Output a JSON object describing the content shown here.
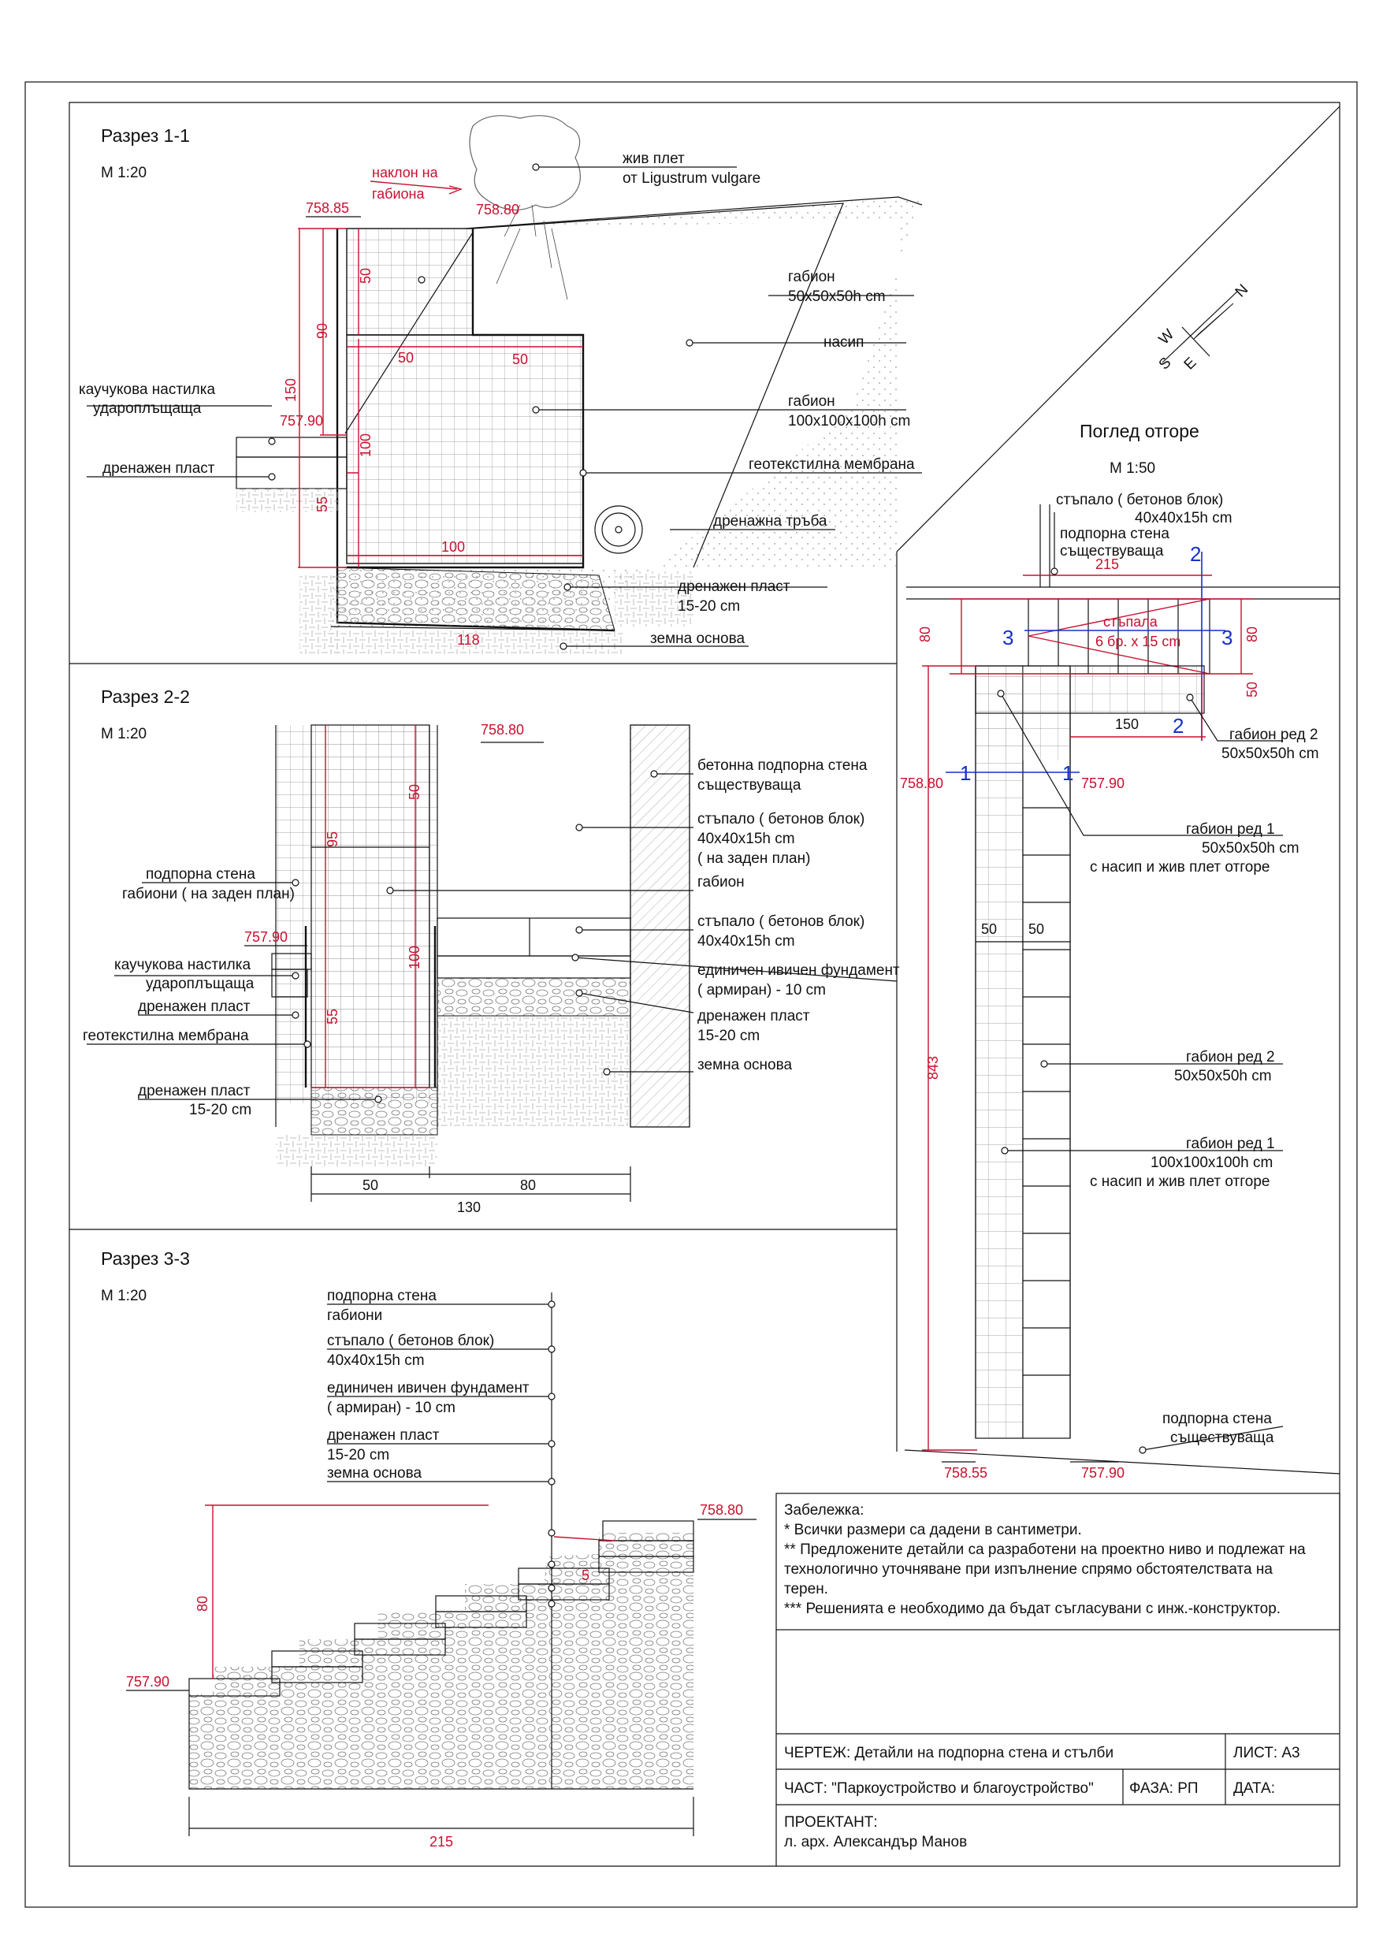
{
  "sections": {
    "s1": {
      "title": "Разрез 1-1",
      "scale": "М 1:20"
    },
    "s2": {
      "title": "Разрез 2-2",
      "scale": "М 1:20"
    },
    "s3": {
      "title": "Разрез 3-3",
      "scale": "М 1:20"
    },
    "top": {
      "title": "Поглед отгоре",
      "scale": "М 1:50"
    }
  },
  "s1": {
    "slope": [
      "наклон на",
      "габиона"
    ],
    "levels": [
      "758.85",
      "758.80",
      "757.90"
    ],
    "dims": [
      "150",
      "90",
      "50",
      "55",
      "100",
      "50",
      "50",
      "100",
      "118"
    ],
    "labels": {
      "hedge": [
        "жив плет",
        "от Ligustrum vulgare"
      ],
      "gab1": [
        "габион",
        "50х50х50h cm"
      ],
      "fill": "насип",
      "gab2": [
        "габион",
        "100х100х100h cm"
      ],
      "geo": "геотекстилна мембрана",
      "pipe": "дренажна тръба",
      "drain": [
        "дренажен пласт",
        "15-20 cm"
      ],
      "soil": "земна основа",
      "rubber": [
        "каучукова настилка",
        "удароплъщаща"
      ],
      "drainL": "дренажен пласт"
    }
  },
  "s2": {
    "levels": [
      "758.80",
      "757.90"
    ],
    "dims": [
      "50",
      "95",
      "100",
      "55",
      "50",
      "80",
      "130"
    ],
    "labels": {
      "wall": [
        "бетонна подпорна стена",
        "съществуваща"
      ],
      "step1": [
        "стъпало  ( бетонов блок)",
        "40х40х15h cm",
        "( на заден план)"
      ],
      "gab": "габион",
      "step2": [
        "стъпало  ( бетонов блок)",
        "40х40х15h cm"
      ],
      "found": [
        "единичен ивичен фундамент",
        "( армиран)  - 10 cm"
      ],
      "drainR": [
        "дренажен пласт",
        "15-20 cm"
      ],
      "soil": "земна основа",
      "retain": [
        "подпорна стена",
        "габиони  ( на заден план)"
      ],
      "rubber": [
        "каучукова настилка",
        "удароплъщаща"
      ],
      "drainL1": "дренажен пласт",
      "geo": "геотекстилна мембрана",
      "drainL2": [
        "дренажен пласт",
        "15-20 cm"
      ]
    }
  },
  "s3": {
    "levels": [
      "758.80",
      "757.90"
    ],
    "dims": [
      "80",
      "5",
      "215"
    ],
    "labels": {
      "l1": [
        "подпорна стена",
        "габиони"
      ],
      "l2": [
        "стъпало  ( бетонов блок)",
        "40х40х15h cm"
      ],
      "l3": [
        "единичен ивичен фундамент",
        "( армиран)  - 10 cm"
      ],
      "l4": [
        "дренажен пласт",
        "15-20 cm"
      ],
      "l5": "земна основа"
    }
  },
  "top": {
    "levels": [
      "758.80",
      "757.90",
      "758.55",
      "757.90"
    ],
    "dims": [
      "215",
      "80",
      "80",
      "50",
      "150",
      "50",
      "50",
      "843"
    ],
    "steps": [
      "стъпала",
      "6 бр. х 15 cm"
    ],
    "cuts": [
      "1",
      "1",
      "2",
      "2",
      "3",
      "3"
    ],
    "compass": [
      "N",
      "W",
      "S",
      "E"
    ],
    "labels": {
      "step": [
        "стъпало  ( бетонов блок)",
        "40х40х15h cm"
      ],
      "wallE": [
        "подпорна стена",
        "съществуваща"
      ],
      "g2a": [
        "габион ред 2",
        "50х50х50h cm"
      ],
      "g1a": [
        "габион ред 1",
        "50х50х50h cm",
        "с насип и жив плет отгоре"
      ],
      "g2b": [
        "габион ред 2",
        "50х50х50h cm"
      ],
      "g1b": [
        "габион ред 1",
        "100х100х100h cm",
        "с насип и жив плет отгоре"
      ],
      "wallB": [
        "подпорна стена",
        "съществуваща"
      ]
    }
  },
  "notes": {
    "title": "Забележка:",
    "lines": [
      "* Всички размери са дадени в сантиметри.",
      "** Предложените детайли са разработени на проектно ниво и подлежат на",
      "технологично уточняване при изпълнение спрямо обстоятелствата на",
      "терен.",
      "*** Решенията е необходимо да бъдат съгласувани с инж.-конструктор."
    ]
  },
  "titleblock": {
    "drawing": "ЧЕРТЕЖ: Детайли на подпорна стена и стълби",
    "sheet": "ЛИСТ: А3",
    "part": "ЧАСТ: \"Паркоустройство и благоустройство\"",
    "phase": "ФАЗА: РП",
    "date": "ДАТА:",
    "designer": "ПРОЕКТАНТ:",
    "name": "л. арх. Александър Манов"
  }
}
